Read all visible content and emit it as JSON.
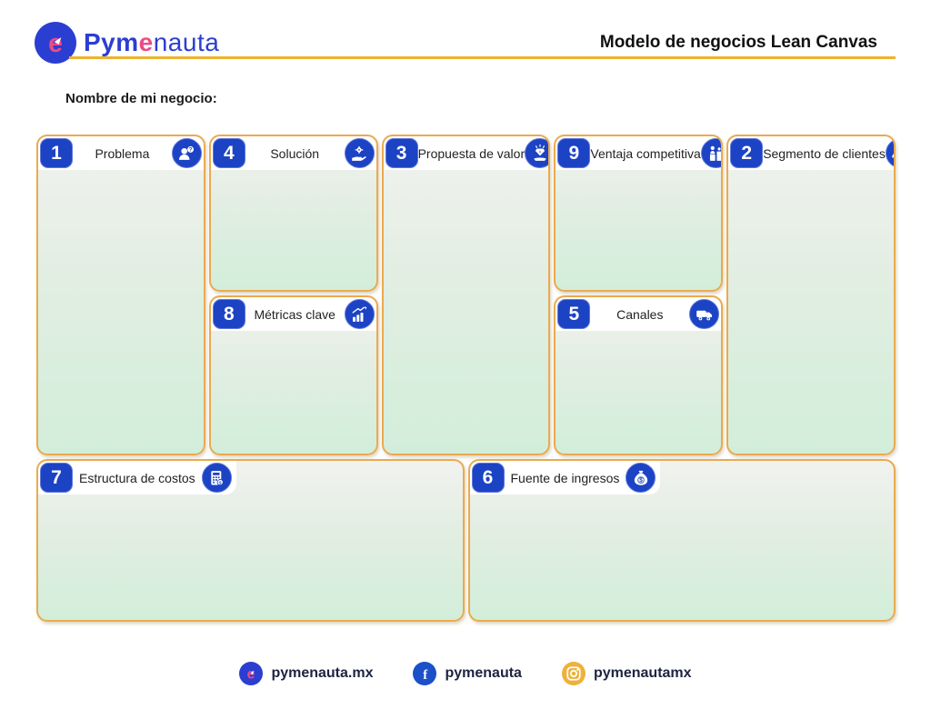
{
  "header": {
    "logo": {
      "brand_prefix": "Pym",
      "brand_e": "e",
      "brand_suffix": "nauta",
      "icon": "pymenauta-e-icon"
    },
    "title": "Modelo de negocios Lean Canvas"
  },
  "business_name_label": "Nombre de mi negocio:",
  "canvas": {
    "sections": [
      {
        "number": "1",
        "title": "Problema",
        "icon": "person-question-icon"
      },
      {
        "number": "4",
        "title": "Solución",
        "icon": "hand-solution-icon"
      },
      {
        "number": "8",
        "title": "Métricas clave",
        "icon": "chart-growth-icon"
      },
      {
        "number": "3",
        "title": "Propuesta de valor",
        "icon": "idea-diamond-icon"
      },
      {
        "number": "9",
        "title": "Ventaja competitiva",
        "icon": "podium-person-icon"
      },
      {
        "number": "5",
        "title": "Canales",
        "icon": "delivery-truck-icon"
      },
      {
        "number": "2",
        "title": "Segmento de clientes",
        "icon": "customers-check-icon"
      },
      {
        "number": "7",
        "title": "Estructura de costos",
        "icon": "calculator-icon"
      },
      {
        "number": "6",
        "title": "Fuente de ingresos",
        "icon": "money-bag-icon"
      }
    ]
  },
  "footer": {
    "links": [
      {
        "label": "pymenauta.mx",
        "icon": "pymenauta-e-icon"
      },
      {
        "label": "pymenauta",
        "icon": "facebook-icon"
      },
      {
        "label": "pymenautamx",
        "icon": "instagram-icon"
      }
    ]
  },
  "colors": {
    "accent_gold": "#ecb22e",
    "box_border": "#eaaa4e",
    "badge_blue": "#1c43c4",
    "brand_blue": "#2b3ed2",
    "brand_pink": "#ee4a86",
    "facebook_blue": "#1b50c8",
    "instagram_amber": "#eeb13b",
    "body_gradient_top": "#f1f2ef",
    "body_gradient_bottom": "#d2eeda"
  }
}
